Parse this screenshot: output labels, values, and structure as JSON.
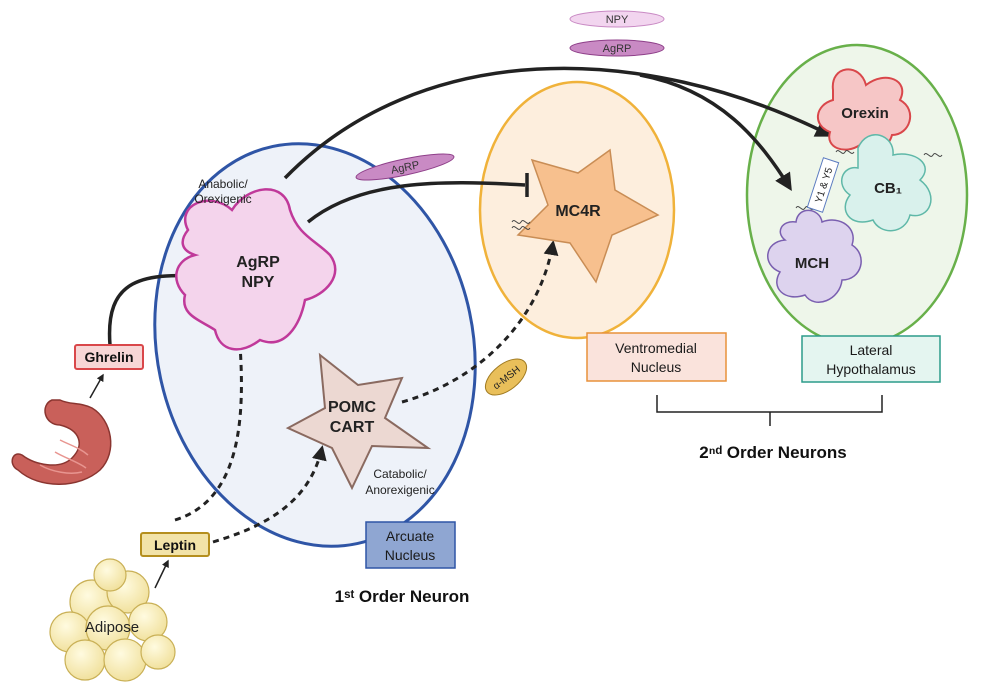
{
  "labels": {
    "npy_pill": "NPY",
    "agrp_pill_top": "AgRP",
    "agrp_pill_mid": "AgRP",
    "anabolic_line1": "Anabolic/",
    "anabolic_line2": "Orexigenic",
    "agrp_neuron_line1": "AgRP",
    "agrp_neuron_line2": "NPY",
    "pomc_line1": "POMC",
    "pomc_line2": "CART",
    "catabolic_line1": "Catabolic/",
    "catabolic_line2": "Anorexigenic",
    "arcuate_line1": "Arcuate",
    "arcuate_line2": "Nucleus",
    "mc4r": "MC4R",
    "amsh": "α-MSH",
    "vmn_line1": "Ventromedial",
    "vmn_line2": "Nucleus",
    "orexin": "Orexin",
    "cb1": "CB₁",
    "mch": "MCH",
    "y1y5": "Y1 & Y5",
    "lh_line1": "Lateral",
    "lh_line2": "Hypothalamus",
    "second_order": "2ⁿᵈ Order Neurons",
    "first_order": "1ˢᵗ Order Neuron",
    "ghrelin": "Ghrelin",
    "leptin": "Leptin",
    "adipose": "Adipose"
  },
  "colors": {
    "arcuate_outline": "#2f55a6",
    "arcuate_fill": "#eef2f9",
    "vmn_outline": "#f0b23a",
    "vmn_fill": "#fdeedd",
    "lh_outline": "#68b04a",
    "lh_fill": "#eef6ea",
    "agrp_neuron": "#f4d4ec",
    "agrp_outline": "#c0399a",
    "pomc_fill": "#ecd8d2",
    "pomc_outline": "#8a6a60",
    "mc4r_fill": "#f7c08e",
    "orexin_fill": "#f6c6c6",
    "orexin_outline": "#d9474a",
    "cb1_fill": "#d9f1ec",
    "cb1_outline": "#5fb8a8",
    "mch_fill": "#ddd3ee",
    "mch_outline": "#7a5fb0",
    "peptide_pill": "#c98ac4",
    "npy_pill": "#f2d5ef"
  }
}
